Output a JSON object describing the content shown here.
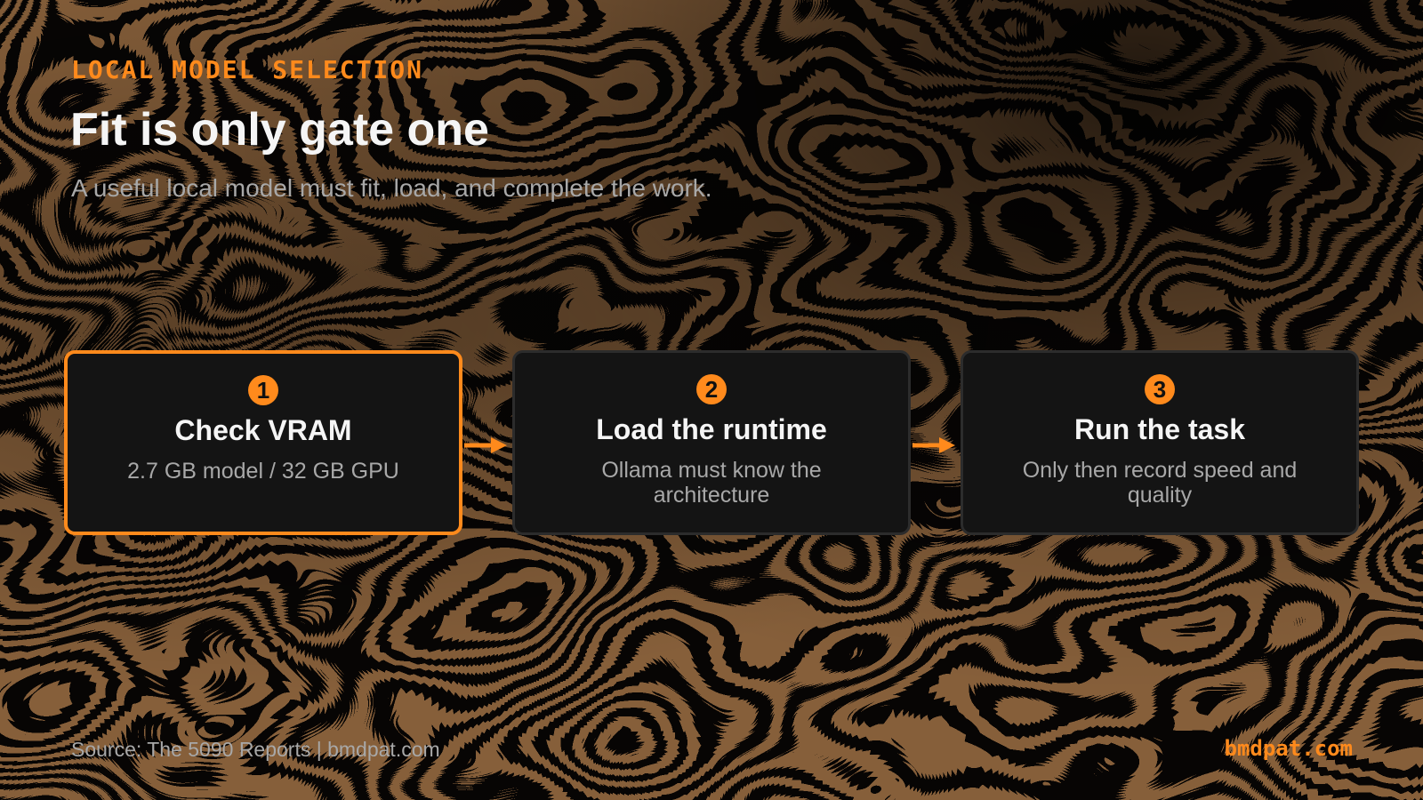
{
  "header": {
    "eyebrow": "LOCAL MODEL SELECTION",
    "title": "Fit is only gate one",
    "subtitle": "A useful local model must fit, load, and complete the work."
  },
  "steps": [
    {
      "number": "1",
      "title": "Check VRAM",
      "description": "2.7 GB model / 32 GB GPU",
      "highlighted": true
    },
    {
      "number": "2",
      "title": "Load the runtime",
      "description": "Ollama must know the architecture",
      "highlighted": false
    },
    {
      "number": "3",
      "title": "Run the task",
      "description": "Only then record speed and quality",
      "highlighted": false
    }
  ],
  "footer": {
    "source": "Source: The 5090 Reports | bmdpat.com",
    "brand": "bmdpat.com"
  },
  "colors": {
    "accent": "#ff8a1c",
    "background": "#070504",
    "card": "#141414",
    "card_border": "#2c2c2c",
    "title_text": "#f5f5f5",
    "muted_text": "#a8a8a8"
  }
}
